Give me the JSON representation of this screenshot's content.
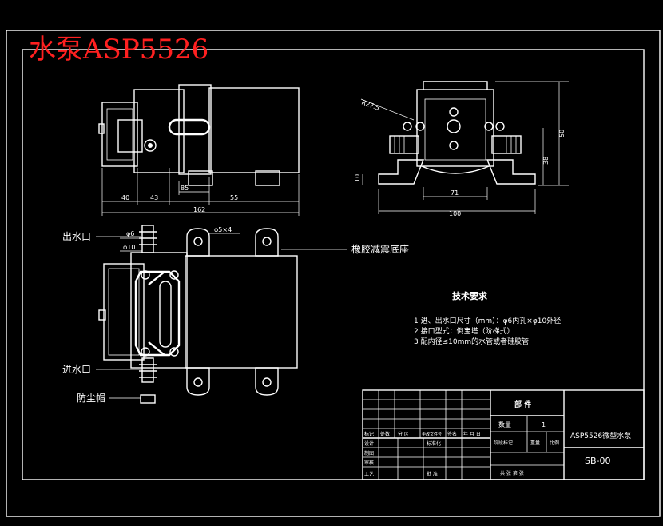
{
  "title": "水泵ASP5526",
  "colors": {
    "background": "#000000",
    "line": "#ffffff",
    "title": "#ff2020"
  },
  "top_view_dims": {
    "d1": "40",
    "d2": "43",
    "d3": "85",
    "d4": "55",
    "total": "162"
  },
  "side_view_dims": {
    "radius": "R27.5",
    "width_inner": "71",
    "width_total": "100",
    "height_total": "50",
    "height_mid": "38",
    "height_base": "10"
  },
  "front_view_dims": {
    "outlet_inner": "φ6",
    "outlet_outer": "φ10",
    "hole": "φ5×4"
  },
  "labels": {
    "outlet": "出水口",
    "inlet": "进水口",
    "dust_cap": "防尘帽",
    "rubber_base": "橡胶减震底座"
  },
  "tech_requirements": {
    "heading": "技术要求",
    "items": [
      "1 进、出水口尺寸（mm）：φ6内孔×φ10外径",
      "2 接口型式：倒宝塔（阶梯式）",
      "3 配内径≤10mm的水管或者硅胶管"
    ]
  },
  "title_block": {
    "parts": "部    件",
    "qty_label": "数量",
    "qty_value": "1",
    "product_name": "ASP5526微型水泵",
    "drawing_no": "SB-00",
    "row_header": [
      "标记",
      "处数",
      "分 区",
      "更改文件号",
      "签名",
      "年 月 日"
    ],
    "design": "设计",
    "standardize": "标准化",
    "draw": "制图",
    "review": "审核",
    "process": "工艺",
    "approve": "批 准",
    "stage_mark": "阶段标记",
    "weight": "重量",
    "scale": "比例",
    "sheets": "共  张  第  张"
  }
}
